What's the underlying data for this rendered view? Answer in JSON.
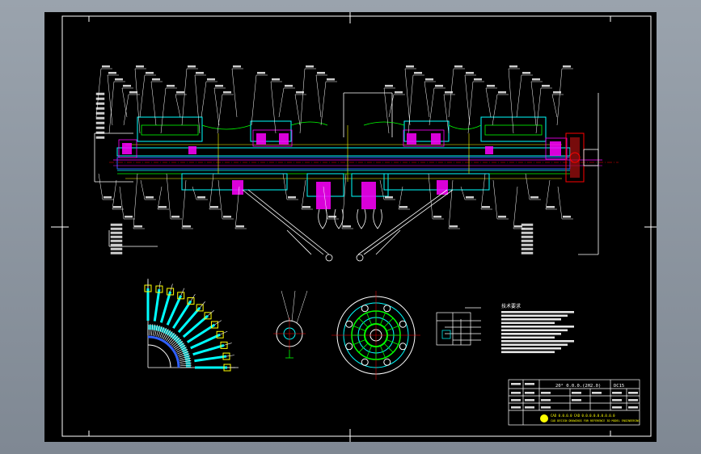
{
  "drawing": {
    "background_color": "#000000",
    "frame_color": "#ffffff",
    "line_colors": {
      "cyan": "#00ffff",
      "magenta": "#ff00ff",
      "green": "#00ff00",
      "yellow": "#ffff00",
      "red": "#ff0000",
      "blue": "#3060ff",
      "white": "#ffffff"
    }
  },
  "title_block": {
    "drawing_title": "20° 0.0.0.(2H2.0)",
    "drawing_code": "DC15",
    "company_line_1": "CAD 0.0.0.0 CAD 0.0.0.0.0.0.0.0.0",
    "company_line_2": "CAD DESIGN DRAWINGS FOR REFERENCE 3D MODEL ENGINEERING"
  },
  "notes": {
    "heading": "技术要求"
  }
}
